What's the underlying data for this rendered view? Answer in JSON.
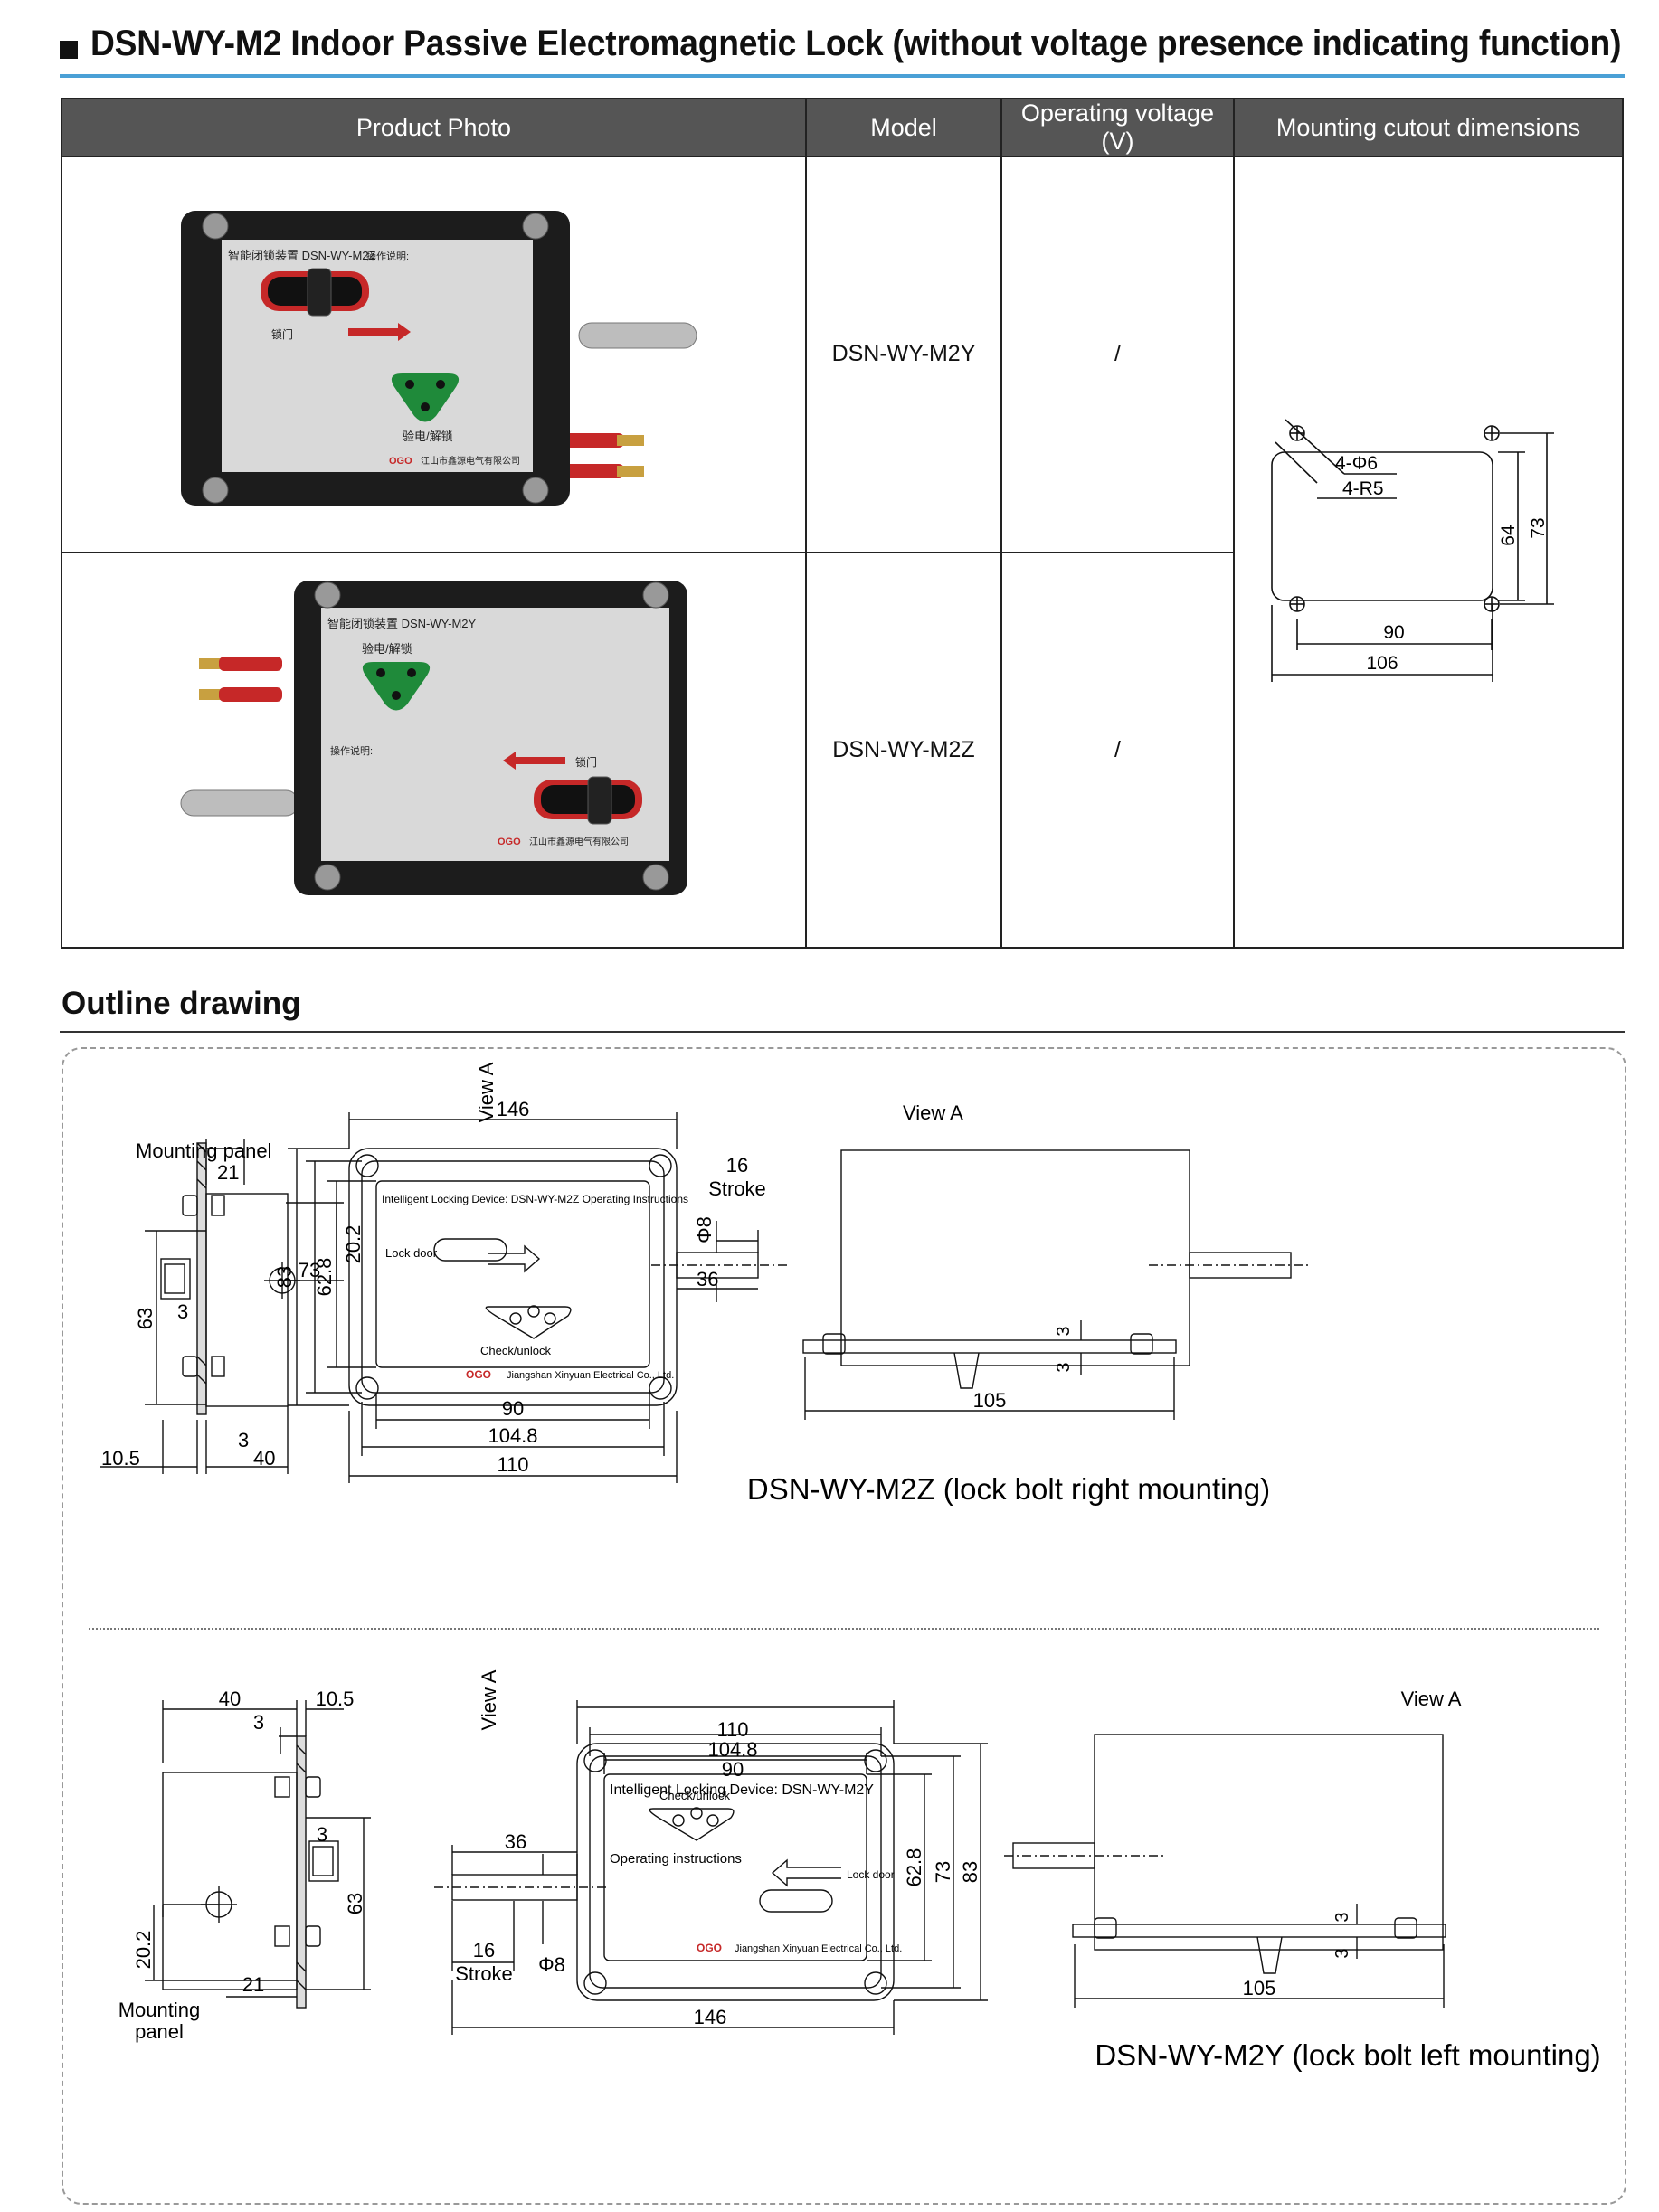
{
  "title": "DSN-WY-M2 Indoor Passive Electromagnetic Lock (without voltage presence indicating function)",
  "table": {
    "headers": [
      "Product Photo",
      "Model",
      "Operating voltage (V)",
      "Mounting cutout dimensions"
    ],
    "rows": [
      {
        "model": "DSN-WY-M2Y",
        "voltage": "/"
      },
      {
        "model": "DSN-WY-M2Z",
        "voltage": "/"
      }
    ]
  },
  "photo_z": {
    "label_title": "智能闭锁装置 DSN-WY-M2Z",
    "ops": "操作说明:",
    "door": "锁门",
    "check": "验电/解锁",
    "brand": "OGO",
    "company": "江山市鑫源电气有限公司"
  },
  "photo_y": {
    "label_title": "智能闭锁装置 DSN-WY-M2Y",
    "ops": "操作说明:",
    "door": "锁门",
    "check": "验电/解锁",
    "brand": "OGO",
    "company": "江山市鑫源电气有限公司"
  },
  "cutout": {
    "hole": "4-Φ6",
    "radius": "4-R5",
    "d64": "64",
    "d73": "73",
    "d90": "90",
    "d106": "106"
  },
  "outline_heading": "Outline drawing",
  "drawing_top": {
    "view_a": "View A",
    "mounting_panel": "Mounting panel",
    "d146": "146",
    "d16": "16",
    "stroke": "Stroke",
    "phi8": "Φ8",
    "d36": "36",
    "d83": "83",
    "d73": "73",
    "d62_8": "62.8",
    "d90": "90",
    "d104_8": "104.8",
    "d110": "110",
    "d21": "21",
    "d20_2": "20.2",
    "d63": "63",
    "d3a": "3",
    "d3b": "3",
    "d10_5": "10.5",
    "d40": "40",
    "label_title": "Intelligent Locking Device: DSN-WY-M2Z Operating Instructions",
    "lock_door": "Lock door",
    "check_unlock": "Check/unlock",
    "brand": "OGO",
    "company": "Jiangshan Xinyuan Electrical Co., Ltd.",
    "side_3a": "3",
    "side_3b": "3",
    "side_105": "105",
    "caption": "DSN-WY-M2Z (lock bolt right mounting)"
  },
  "drawing_bottom": {
    "view_a": "View A",
    "mounting_panel_1": "Mounting",
    "mounting_panel_2": "panel",
    "d40": "40",
    "d10_5": "10.5",
    "d3a": "3",
    "d3b": "3",
    "d63": "63",
    "d20_2": "20.2",
    "d21": "21",
    "d110": "110",
    "d104_8": "104.8",
    "d90": "90",
    "d36": "36",
    "d16": "16",
    "stroke": "Stroke",
    "phi8": "Φ8",
    "d146": "146",
    "d62_8": "62.8",
    "d73": "73",
    "d83": "83",
    "label_title": "Intelligent Locking Device: DSN-WY-M2Y",
    "check_unlock": "Check/unlock",
    "operating_instructions": "Operating instructions",
    "lock_door": "Lock door",
    "brand": "OGO",
    "company": "Jiangshan Xinyuan Electrical Co., Ltd.",
    "side_3a": "3",
    "side_3b": "3",
    "side_105": "105",
    "caption": "DSN-WY-M2Y (lock bolt left mounting)"
  },
  "colors": {
    "accent_rule": "#4aa0d6",
    "header_bg": "#555555",
    "lock_body": "#1c1c1c",
    "label_plate": "#d9d9d9",
    "knob_green": "#1f8a3a",
    "bolt_red": "#c62828"
  }
}
